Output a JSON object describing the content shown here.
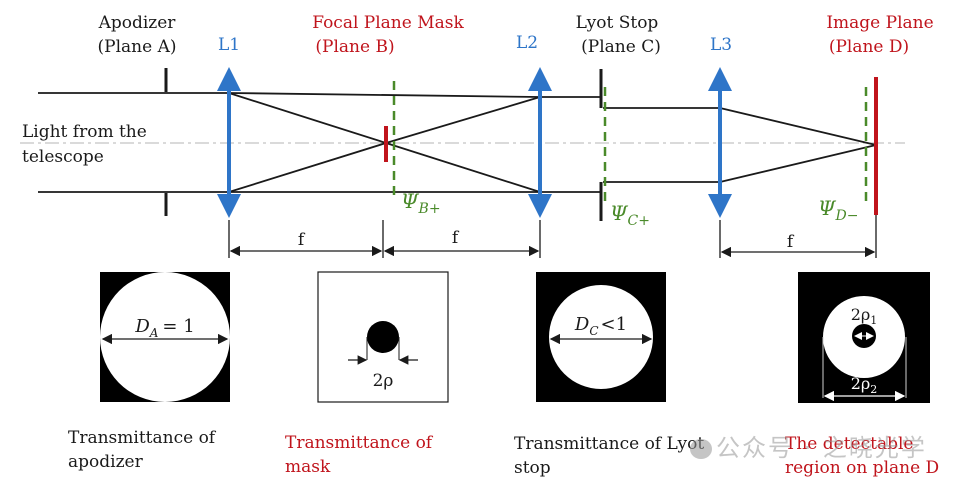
{
  "colors": {
    "lens": "#2e75c8",
    "mask": "#c0141c",
    "field": "#4a8a2a",
    "ray": "#1a1a1a",
    "axis": "#b5b5b5"
  },
  "planes": {
    "apodizer": {
      "line1": "Apodizer",
      "line2": "(Plane A)"
    },
    "mask": {
      "line1": "Focal Plane Mask",
      "line2": "(Plane B)"
    },
    "lyot": {
      "line1": "Lyot Stop",
      "line2": "(Plane C)"
    },
    "image": {
      "line1": "Image Plane",
      "line2": "(Plane D)"
    }
  },
  "lenses": [
    "L1",
    "L2",
    "L3"
  ],
  "source": {
    "line1": "Light from the",
    "line2": "telescope"
  },
  "fields": {
    "b": {
      "sym": "Ψ",
      "sub": "B+"
    },
    "c": {
      "sym": "Ψ",
      "sub": "C+"
    },
    "d": {
      "sym": "Ψ",
      "sub": "D−"
    }
  },
  "focal_length_label": "f",
  "panels": {
    "apodizer": {
      "label": "D",
      "sub": "A",
      "rel": "= 1"
    },
    "mask": {
      "label": "2ρ"
    },
    "lyot": {
      "label": "D",
      "sub": "C",
      "rel": "<1"
    },
    "detect": {
      "inner": "2ρ",
      "inner_sub": "1",
      "outer": "2ρ",
      "outer_sub": "2"
    }
  },
  "captions": {
    "apodizer": {
      "line1": "Transmittance of",
      "line2": "apodizer"
    },
    "mask": {
      "line1": "Transmittance of",
      "line2": "mask"
    },
    "lyot": {
      "line1": "Transmittance of Lyot",
      "line2": "stop"
    },
    "detect": {
      "line1": "The detectable",
      "line2": "region on plane D"
    }
  },
  "watermark": "公众号 · 之晓光学"
}
